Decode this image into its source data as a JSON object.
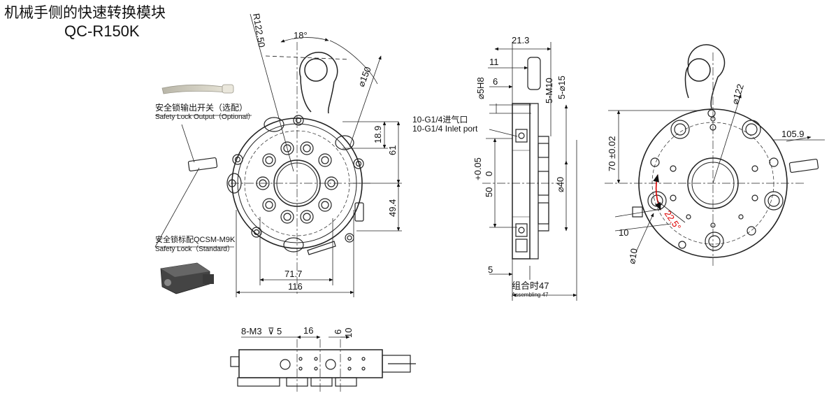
{
  "title": {
    "cn": "机械手侧的快速转换模块",
    "model": "QC-R150K"
  },
  "notes": {
    "lock_output_cn": "安全锁输出开关（选配）",
    "lock_output_en": "Safety Lock Output（Optional）",
    "lock_std_cn": "安全锁标配QCSM-M9K",
    "lock_std_en": "Safety Lock（Standard）",
    "inlet_cn": "10-G1/4进气口",
    "inlet_en": "10-G1/4 Inlet port",
    "assembling_cn": "组合时47",
    "assembling_en": "Assembling 47"
  },
  "dims": {
    "r122": "R122.50",
    "deg18": "18°",
    "d150": "⌀150",
    "d18_9": "18.9",
    "d61": "61",
    "d49_4": "49.4",
    "d71_7": "71.7",
    "d116": "116",
    "d21_3": "21.3",
    "d11": "11",
    "d5h8": "⌀5H8",
    "d6": "6",
    "m10": "5-M10",
    "d15": "5-⌀15",
    "tol": "+0.05",
    "tol0": "0",
    "d50": "50",
    "d40": "⌀40",
    "d5": "5",
    "d122": "⌀122",
    "d105_9": "105.9",
    "d70": "70 ±0.02",
    "d22_5": "22.5°",
    "d10a": "10",
    "d10b": "⌀10",
    "m3": "8-M3",
    "m3depth": "5",
    "d16": "16",
    "d6b": "6",
    "d10c": "10"
  }
}
